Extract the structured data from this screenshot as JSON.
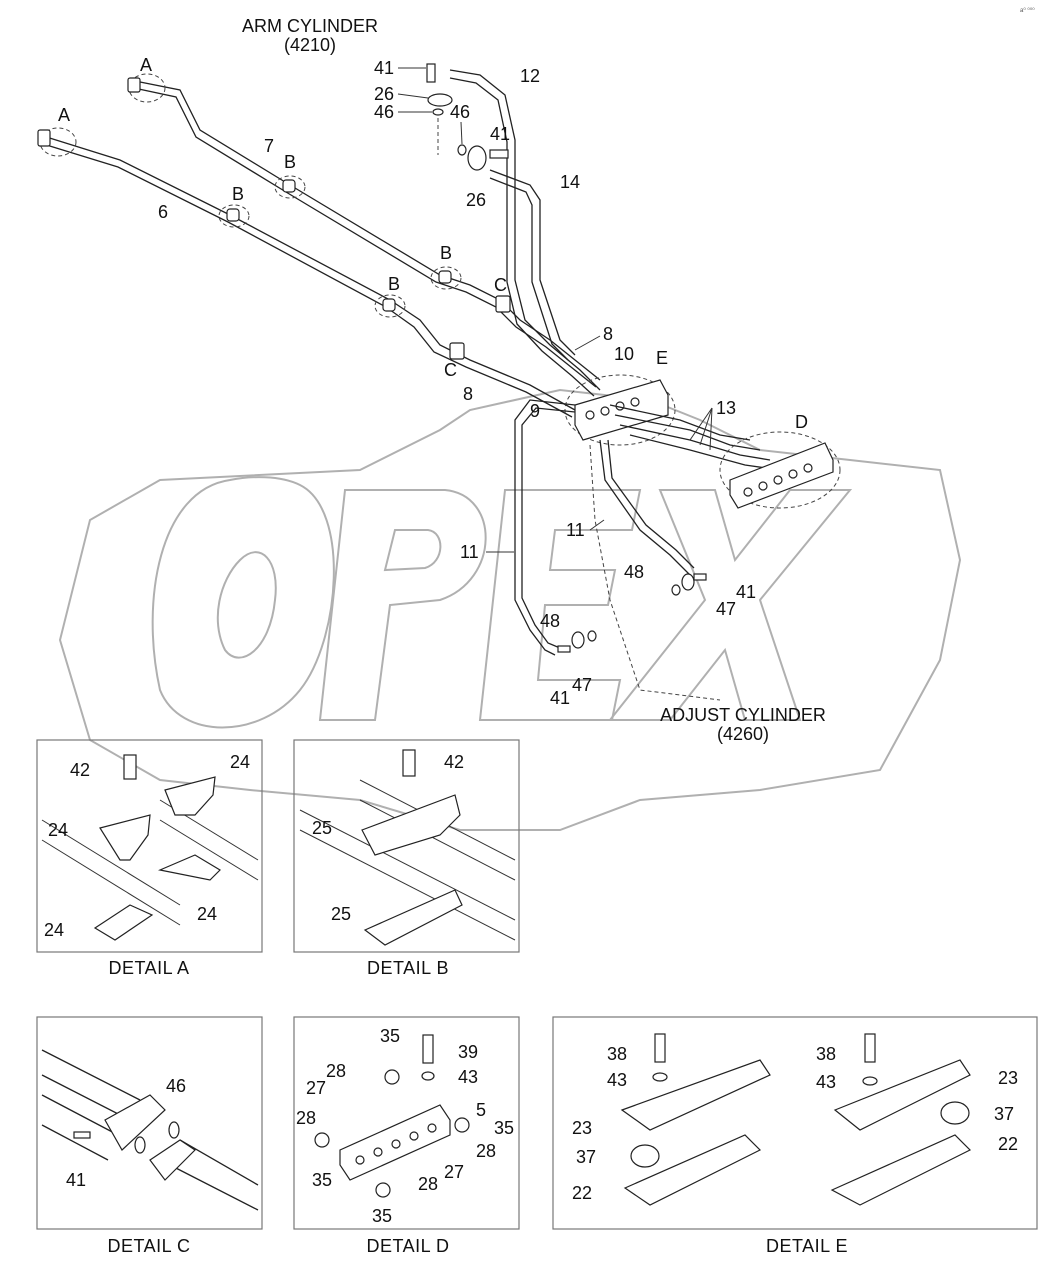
{
  "corner_mark": "a⁰ ⁰⁰⁰",
  "watermark": {
    "text": "OPEX"
  },
  "main": {
    "arm_cylinder_label": "ARM CYLINDER",
    "arm_cylinder_code": "(4210)",
    "adjust_cylinder_label": "ADJUST CYLINDER",
    "adjust_cylinder_code": "(4260)",
    "callouts": {
      "c41a": "41",
      "c12": "12",
      "c26a": "26",
      "c46a": "46",
      "c46b": "46",
      "c41b": "41",
      "c14": "14",
      "c26b": "26",
      "c7": "7",
      "c6": "6",
      "A1": "A",
      "A2": "A",
      "B1": "B",
      "B2": "B",
      "B3": "B",
      "B4": "B",
      "C1": "C",
      "C2": "C",
      "c8a": "8",
      "c10": "10",
      "E": "E",
      "c8b": "8",
      "c9": "9",
      "c13": "13",
      "D": "D",
      "c11a": "11",
      "c11b": "11",
      "c48a": "48",
      "c41c": "41",
      "c47a": "47",
      "c48b": "48",
      "c41d": "41",
      "c47b": "47"
    }
  },
  "details": {
    "A": {
      "caption": "DETAIL  A",
      "labels": {
        "l42": "42",
        "l24a": "24",
        "l24b": "24",
        "l24c": "24",
        "l24d": "24"
      }
    },
    "B": {
      "caption": "DETAIL  B",
      "labels": {
        "l42": "42",
        "l25a": "25",
        "l25b": "25"
      }
    },
    "C": {
      "caption": "DETAIL  C",
      "labels": {
        "l46": "46",
        "l41": "41"
      }
    },
    "D": {
      "caption": "DETAIL  D",
      "labels": {
        "l35a": "35",
        "l39": "39",
        "l28a": "28",
        "l43": "43",
        "l27a": "27",
        "l5": "5",
        "l28b": "28",
        "l35b": "35",
        "l28c": "28",
        "l35c": "35",
        "l27b": "27",
        "l28d": "28",
        "l35d": "35"
      }
    },
    "E": {
      "caption": "DETAIL  E",
      "labels": {
        "l38a": "38",
        "l43a": "43",
        "l23a": "23",
        "l37a": "37",
        "l22a": "22",
        "l38b": "38",
        "l43b": "43",
        "l23b": "23",
        "l37b": "37",
        "l22b": "22"
      }
    }
  }
}
